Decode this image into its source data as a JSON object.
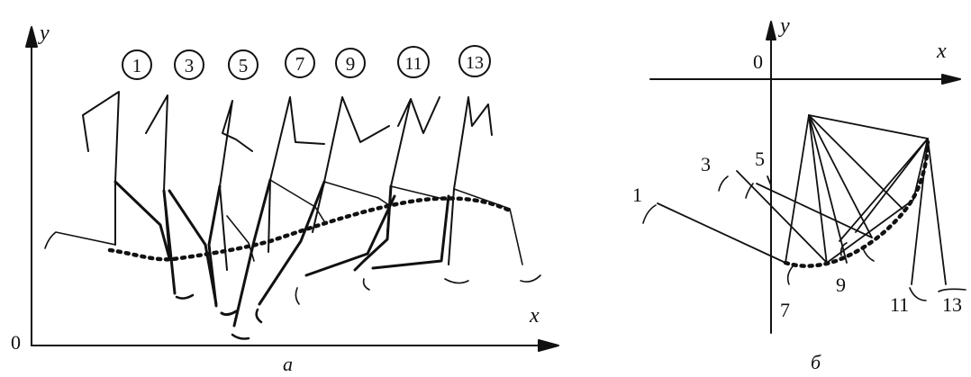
{
  "panel_a": {
    "y_label": "y",
    "x_label": "x",
    "origin_label": "0",
    "caption": "а",
    "phase_numbers": [
      "1",
      "3",
      "5",
      "7",
      "9",
      "11",
      "13"
    ]
  },
  "panel_b": {
    "y_label": "y",
    "x_label": "x",
    "origin_label": "0",
    "caption": "б",
    "phase_numbers": [
      "1",
      "3",
      "5",
      "7",
      "9",
      "11",
      "13"
    ]
  }
}
